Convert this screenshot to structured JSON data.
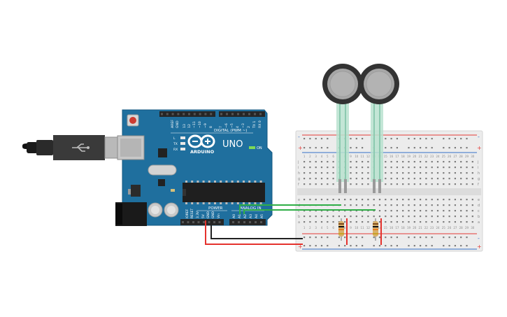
{
  "arduino": {
    "brand": "ARDUINO",
    "model": "UNO",
    "digital_header": "DIGITAL (PWM ~)",
    "power_header": "POWER",
    "analog_header": "ANALOG IN",
    "on_label": "ON",
    "led_labels": [
      "L",
      "TX",
      "RX"
    ],
    "digital_pins": [
      "AREF",
      "GND",
      "13",
      "12",
      "~11",
      "~10",
      "~9",
      "8",
      "7",
      "~6",
      "~5",
      "4",
      "~3",
      "2",
      "TX 1",
      "RX 0"
    ],
    "power_pins": [
      "IOREF",
      "RESET",
      "3.3V",
      "5V",
      "GND",
      "GND",
      "Vin"
    ],
    "analog_pins": [
      "A0",
      "A1",
      "A2",
      "A3",
      "A4",
      "A5"
    ]
  },
  "breadboard": {
    "row_letters_top": [
      "j",
      "i",
      "h",
      "g",
      "f"
    ],
    "row_letters_bottom": [
      "e",
      "d",
      "c",
      "b",
      "a"
    ],
    "column_numbers": [
      "1",
      "2",
      "3",
      "4",
      "5",
      "6",
      "7",
      "8",
      "9",
      "10",
      "11",
      "12",
      "13",
      "14",
      "15",
      "16",
      "17",
      "18",
      "19",
      "20",
      "21",
      "22",
      "23",
      "24",
      "25",
      "26",
      "27",
      "28",
      "29",
      "30"
    ],
    "rail_minus": "-",
    "rail_plus": "+"
  },
  "colors": {
    "board": "#1f6f9e",
    "board_dark": "#155a82",
    "header": "#262626",
    "chip": "#1f1f1f",
    "wire_red": "#e5322d",
    "wire_black": "#222222",
    "wire_green": "#2fae47",
    "sensor_disc": "#333333",
    "sensor_tail": "#b9e2cf",
    "breadboard": "#ececec",
    "rail_red": "#e33a36",
    "rail_blue": "#3471c9"
  },
  "icons": [
    "arduino-infinity-logo",
    "usb-cable-icon",
    "force-sensor-icon",
    "resistor-icon"
  ]
}
